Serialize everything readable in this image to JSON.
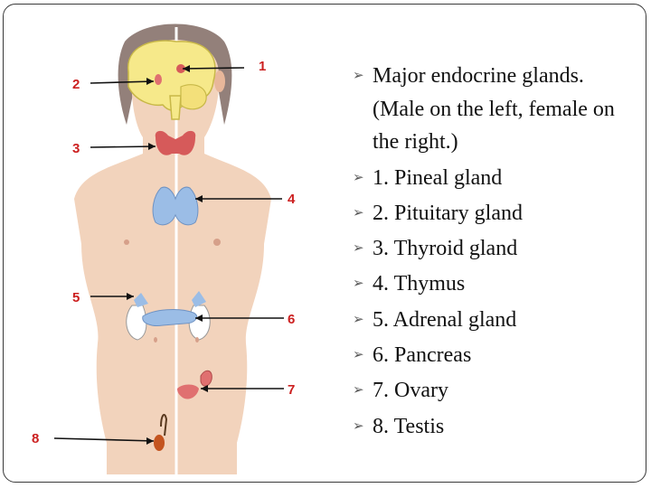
{
  "bullet_icon": "wingding-arrow-bullet-icon",
  "bullets": [
    "Major endocrine glands. (Male on the left, female on the right.)",
    "1. Pineal gland",
    "2. Pituitary gland",
    "3. Thyroid gland",
    "4. Thymus",
    "5. Adrenal gland",
    "6. Pancreas",
    "7. Ovary",
    "8. Testis"
  ],
  "diagram": {
    "labels": [
      "1",
      "2",
      "3",
      "4",
      "5",
      "6",
      "7",
      "8"
    ],
    "colors": {
      "skin": "#f2d3bc",
      "hair": "#93807a",
      "brain": "#f6e98a",
      "thyroid": "#d65a5a",
      "thymus": "#9bbde6",
      "label": "#cc2020"
    }
  }
}
